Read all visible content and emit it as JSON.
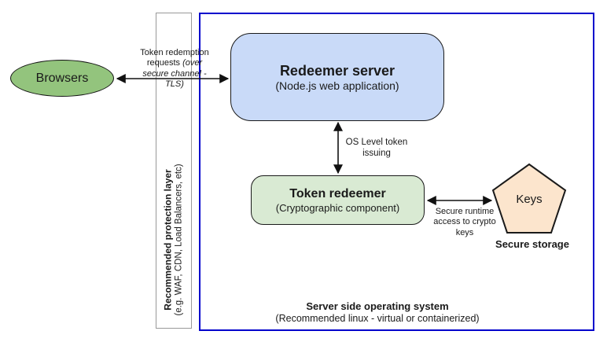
{
  "browsers": {
    "label": "Browsers"
  },
  "protection_layer": {
    "title": "Recommended protection layer",
    "subtitle": "(e.g. WAF, CDN, Load Balancers, etc)"
  },
  "redeemer_server": {
    "title": "Redeemer server",
    "subtitle": "(Node.js web application)"
  },
  "token_redeemer": {
    "title": "Token redeemer",
    "subtitle": "(Cryptographic component)"
  },
  "keys": {
    "label": "Keys",
    "caption": "Secure storage"
  },
  "server_os": {
    "title": "Server side operating system",
    "subtitle": "(Recommended linux - virtual or containerized)"
  },
  "arrows": {
    "token_redemption": {
      "label": "Token redemption requests",
      "label_italic": "(over secure channel - TLS)"
    },
    "os_level": {
      "label": "OS Level token issuing"
    },
    "secure_runtime": {
      "label": "Secure runtime access to crypto keys"
    }
  },
  "colors": {
    "browsers_fill": "#93c47d",
    "redeemer_fill": "#c9daf8",
    "token_redeemer_fill": "#d9ead3",
    "keys_fill": "#fce5cd",
    "os_box_border": "#0000cc",
    "protection_bar_border": "#999999",
    "shape_border": "#1a1a1a"
  }
}
